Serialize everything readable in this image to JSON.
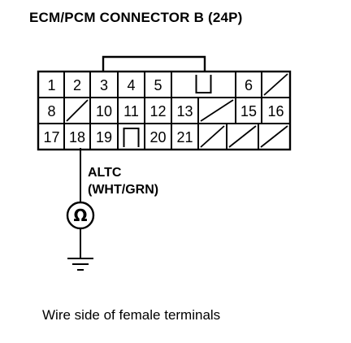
{
  "title": "ECM/PCM CONNECTOR B (24P)",
  "caption": "Wire side of female terminals",
  "connector": {
    "rows": [
      [
        "1",
        "2",
        "3",
        "4",
        "5",
        "notch",
        "6",
        "blank"
      ],
      [
        "8",
        "blank",
        "10",
        "11",
        "12",
        "13",
        "blank",
        "15",
        "16"
      ],
      [
        "17",
        "18",
        "19",
        "notch",
        "20",
        "21",
        "blank",
        "blank",
        "blank"
      ]
    ]
  },
  "wire": {
    "terminal": "18",
    "signal": "ALTC",
    "color": "(WHT/GRN)",
    "meter_symbol": "Ω"
  }
}
